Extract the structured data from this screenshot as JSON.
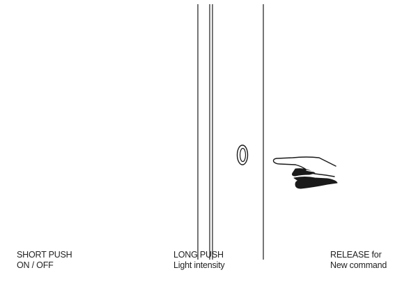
{
  "colors": {
    "background": "#ffffff",
    "line": "#1a1a1a",
    "text": "#222222"
  },
  "icons": {
    "push_button": "push-button-icon",
    "hand": "pointing-hand-icon"
  },
  "captions": {
    "short_push": {
      "line1": "SHORT PUSH",
      "line2": "ON / OFF"
    },
    "long_push": {
      "line1": "LONG PUSH",
      "line2": "Light intensity"
    },
    "release": {
      "line1": "RELEASE for",
      "line2": "New command"
    }
  }
}
